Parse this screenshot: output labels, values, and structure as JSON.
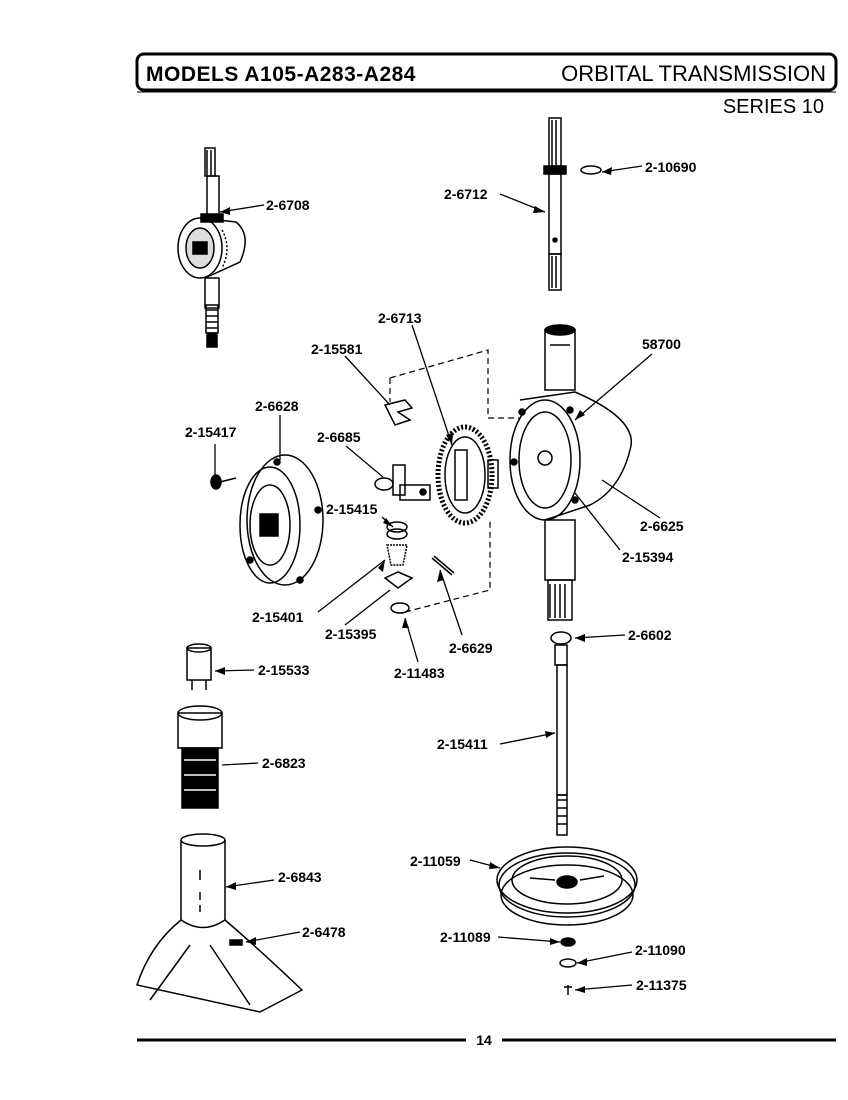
{
  "header": {
    "models": "MODELS A105-A283-A284",
    "title": "ORBITAL TRANSMISSION",
    "series": "SERIES 10"
  },
  "parts": {
    "p_10690": "2-10690",
    "p_6712": "2-6712",
    "p_6708": "2-6708",
    "p_6713": "2-6713",
    "p_58700": "58700",
    "p_15581": "2-15581",
    "p_6628": "2-6628",
    "p_15417": "2-15417",
    "p_6685": "2-6685",
    "p_15415": "2-15415",
    "p_6625": "2-6625",
    "p_15394": "2-15394",
    "p_15401": "2-15401",
    "p_15395": "2-15395",
    "p_6629": "2-6629",
    "p_6602": "2-6602",
    "p_15533": "2-15533",
    "p_11483": "2-11483",
    "p_15411": "2-15411",
    "p_6823": "2-6823",
    "p_11059": "2-11059",
    "p_6843": "2-6843",
    "p_6478": "2-6478",
    "p_11089": "2-11089",
    "p_11090": "2-11090",
    "p_11375": "2-11375"
  },
  "footer": {
    "page": "14"
  }
}
